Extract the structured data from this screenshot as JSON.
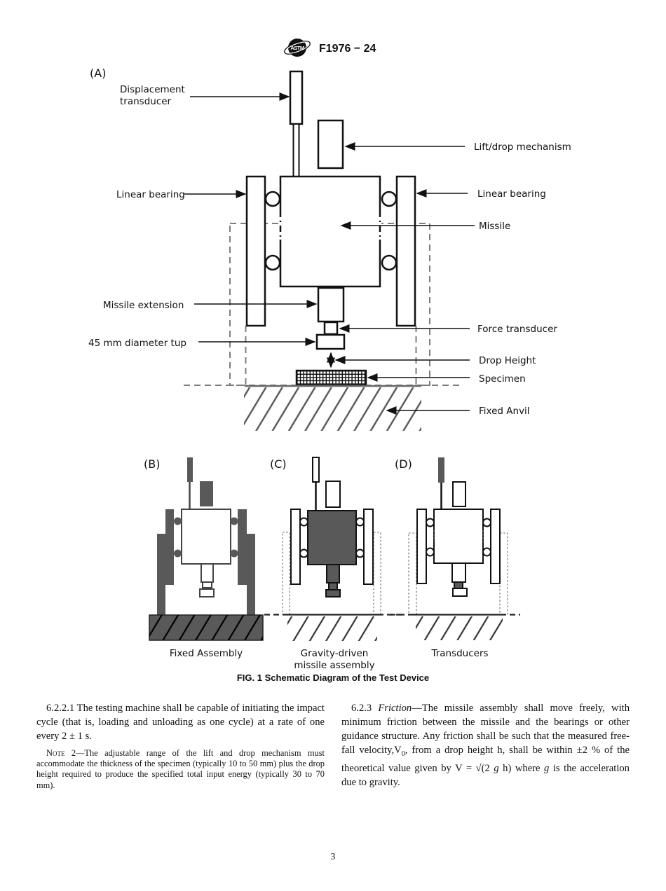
{
  "header": {
    "code": "F1976 − 24",
    "logo_text": "ASTM"
  },
  "fig_a": {
    "panel": "(A)",
    "displacement_l1": "Displacement",
    "displacement_l2": "transducer",
    "lift_drop": "Lift/drop mechanism",
    "bearing_left": "Linear bearing",
    "bearing_right": "Linear bearing",
    "missile": "Missile",
    "extension": "Missile extension",
    "tup": "45 mm diameter tup",
    "force_transducer": "Force transducer",
    "drop_height": "Drop Height",
    "specimen": "Specimen",
    "anvil": "Fixed Anvil"
  },
  "fig_b": {
    "panel": "(B)",
    "caption": "Fixed Assembly"
  },
  "fig_c": {
    "panel": "(C)",
    "caption_l1": "Gravity-driven",
    "caption_l2": "missile assembly"
  },
  "fig_d": {
    "panel": "(D)",
    "caption": "Transducers"
  },
  "fig_caption": "FIG. 1 Schematic Diagram of the Test Device",
  "body": {
    "left": {
      "s6221": "6.2.2.1  The testing machine shall be capable of initiating the impact cycle (that is, loading and unloading as one cycle) at a rate of one every 2 ± 1 s.",
      "note_label": "Note 2",
      "note_text": "—The adjustable range of the lift and drop mechanism must accommodate the thickness of the specimen (typically 10 to 50 mm) plus the drop height required to produce the specified total input energy (typically 30 to 70 mm)."
    },
    "right": {
      "s623_num": "6.2.3 ",
      "s623_term": "Friction",
      "s623_t1": "—The missile assembly shall move freely, with minimum friction between the missile and the bearings or other guidance structure. Any friction shall be such that the measured free-fall velocity,V",
      "s623_sub": "0",
      "s623_t2": ", from a drop height h, shall be within ±2 % of the theoretical value given by V = √(2 ",
      "s623_g1": "g",
      "s623_t3": " h) where ",
      "s623_g2": "g",
      "s623_t4": " is the acceleration due to gravity."
    }
  },
  "page_number": "3"
}
